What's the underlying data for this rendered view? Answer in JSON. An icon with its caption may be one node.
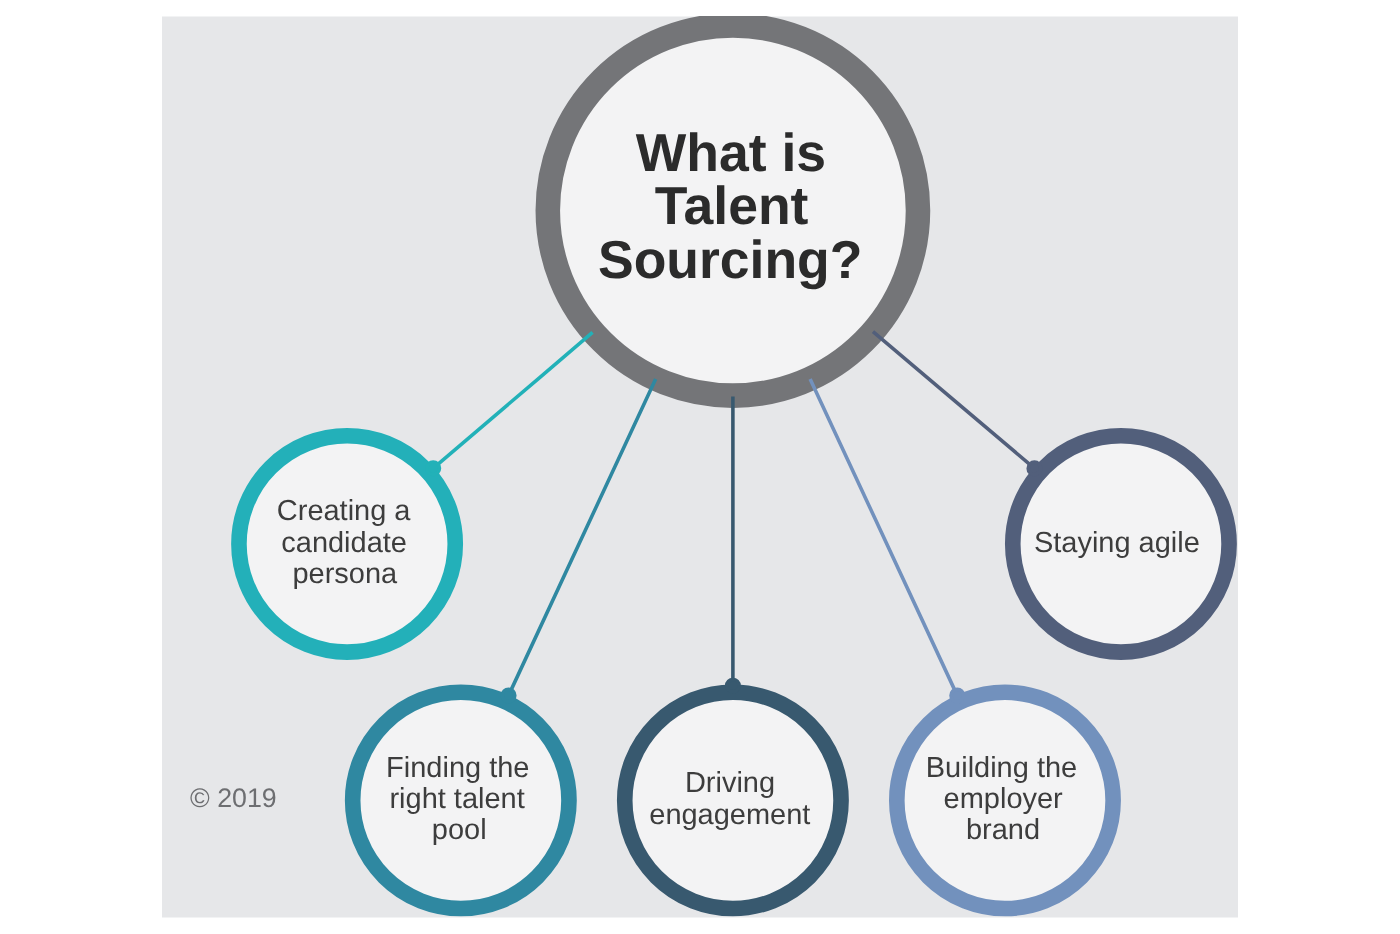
{
  "diagram": {
    "nodes": [
      {
        "text": [
          "What is Talent Sourcing?"
        ]
      },
      {
        "text": [
          "Creating a candidate persona"
        ]
      },
      {
        "text": [
          "Finding the right talent pool"
        ]
      },
      {
        "text": [
          "Driving engagement"
        ]
      },
      {
        "text": [
          "Building the employer brand"
        ]
      },
      {
        "text": [
          "Staying agile"
        ]
      }
    ],
    "edges": [
      {
        "from": 0,
        "to": 1,
        "arrow": "other",
        "color": "#22b1b8"
      },
      {
        "from": 0,
        "to": 2,
        "arrow": "other",
        "color": "#2f88a1"
      },
      {
        "from": 0,
        "to": 3,
        "arrow": "other",
        "color": "#38596f"
      },
      {
        "from": 0,
        "to": 4,
        "arrow": "other",
        "color": "#7291bd"
      },
      {
        "from": 0,
        "to": 5,
        "arrow": "other",
        "color": "#525f7b"
      }
    ],
    "labels": [
      "© 2019"
    ]
  }
}
